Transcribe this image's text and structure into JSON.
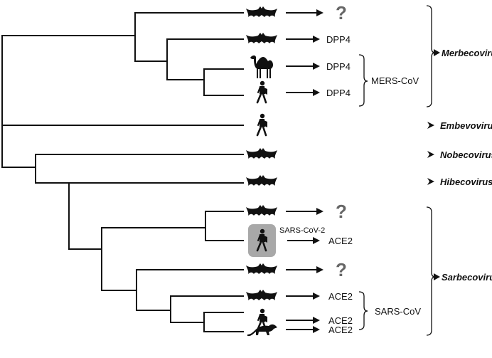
{
  "colors": {
    "ink": "#111111",
    "question": "#666666",
    "highlight": "#a8a8a8"
  },
  "tips": [
    {
      "animal": "bat",
      "receptor": "?"
    },
    {
      "animal": "bat",
      "receptor": "DPP4"
    },
    {
      "animal": "camel",
      "receptor": "DPP4"
    },
    {
      "animal": "human",
      "receptor": "DPP4"
    },
    {
      "animal": "human",
      "receptor": ""
    },
    {
      "animal": "bat",
      "receptor": ""
    },
    {
      "animal": "bat",
      "receptor": ""
    },
    {
      "animal": "bat",
      "receptor": "?"
    },
    {
      "animal": "human",
      "receptor": "ACE2",
      "highlight": true,
      "note": "SARS-CoV-2"
    },
    {
      "animal": "bat",
      "receptor": "?"
    },
    {
      "animal": "bat",
      "receptor": "ACE2"
    },
    {
      "animal": "human",
      "receptor": "ACE2"
    },
    {
      "animal": "civet",
      "receptor": "ACE2"
    }
  ],
  "virus_groups": {
    "merbecovirus": "Merbecovirus",
    "embevovirus": "Embevovirus",
    "nobecovirus": "Nobecovirus",
    "hibecovirus": "Hibecovirus",
    "sarbecovirus": "Sarbecovirus"
  },
  "strains": {
    "mers": "MERS-CoV",
    "sars": "SARS-CoV"
  }
}
